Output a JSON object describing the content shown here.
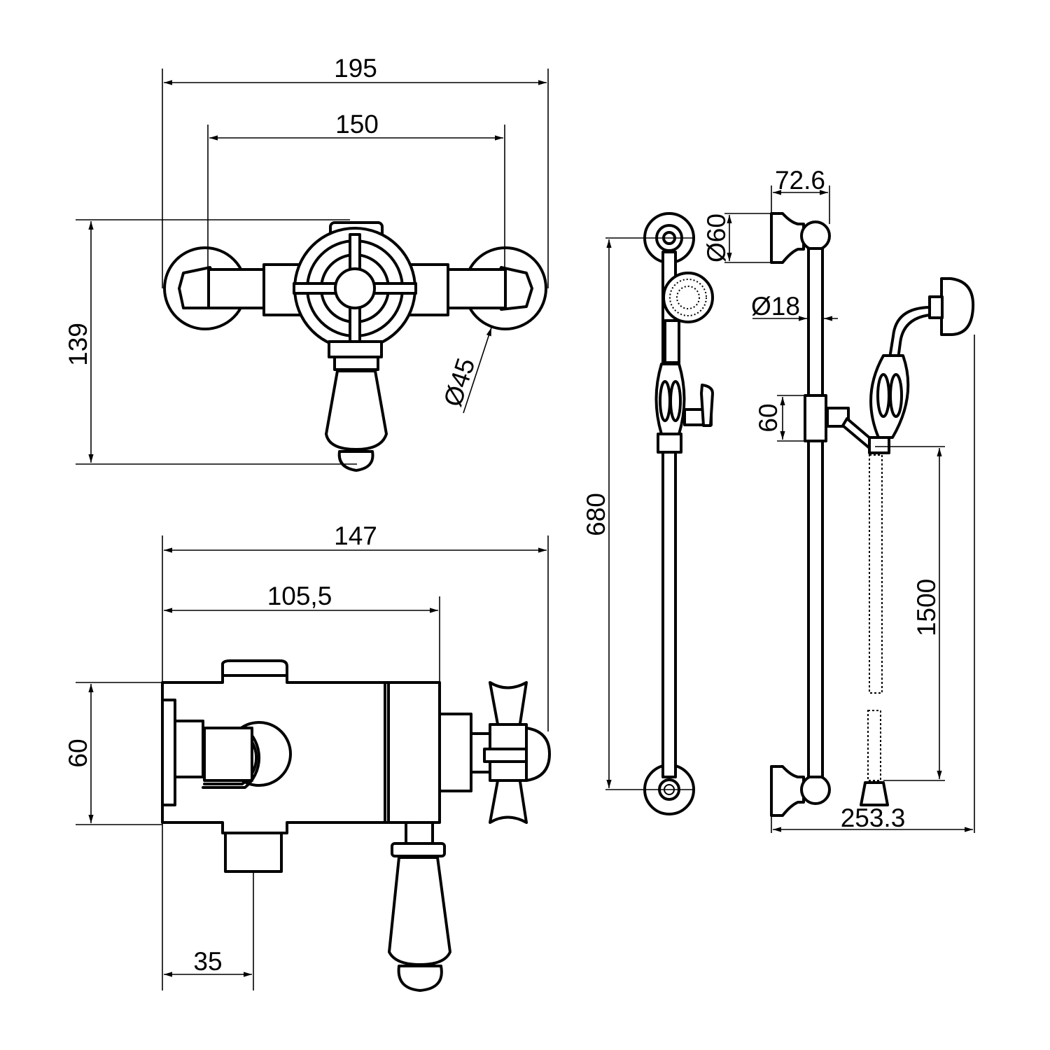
{
  "dimensions": {
    "front_overall_width": "195",
    "front_inlet_centres": "150",
    "front_height": "139",
    "front_wall_plate_diameter": "Ø45",
    "side_depth": "147",
    "side_body_depth": "105,5",
    "side_body_height": "60",
    "side_outlet_offset": "35",
    "rail_length": "680",
    "rail_depth": "72.6",
    "rail_bracket_diameter": "Ø60",
    "rail_diameter": "Ø18",
    "slider_height": "60",
    "hose_length": "1500",
    "rail_overall_depth": "253.3"
  },
  "colors": {
    "line": "#000000",
    "background": "#ffffff"
  }
}
